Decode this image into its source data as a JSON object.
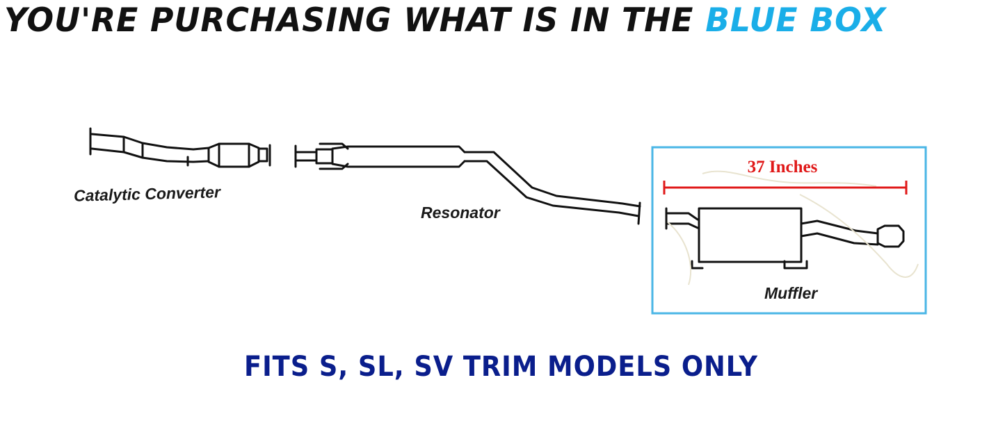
{
  "headline": {
    "part1": "YOU'RE PURCHASING WHAT IS IN THE ",
    "part2": "BLUE BOX"
  },
  "labels": {
    "catalytic": "Catalytic Converter",
    "resonator": "Resonator",
    "muffler": "Muffler",
    "dimension": "37 Inches"
  },
  "fitment": "FITS S, SL, SV TRIM MODELS ONLY",
  "colors": {
    "highlight_box": "#4ab6e6",
    "dimension_line": "#e01818",
    "fitment_text": "#0a1e8c",
    "headline_blue": "#1aaee8"
  }
}
